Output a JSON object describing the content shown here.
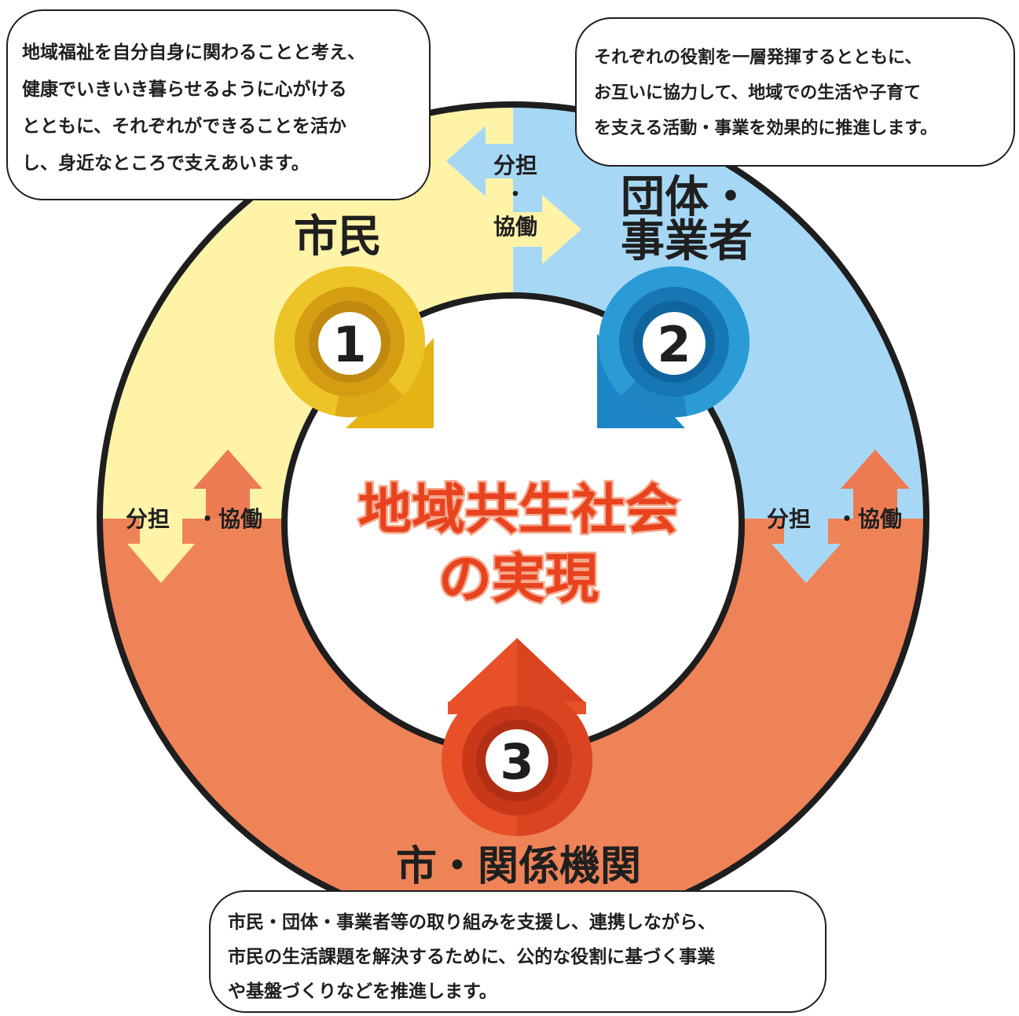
{
  "center": {
    "line1": "地域共生社会",
    "line2": "の実現"
  },
  "actors": [
    {
      "number": "1",
      "name": "市民",
      "color": "#F6D13A",
      "description": [
        "地域福祉を自分自身に関わることと考え、",
        "健康でいきいき暮らせるように心がける",
        "とともに、それぞれができることを活か",
        "し、身近なところで支えあいます。"
      ]
    },
    {
      "number": "2",
      "name_lines": [
        "団体・",
        "事業者"
      ],
      "color": "#2B9BD6",
      "description": [
        "それぞれの役割を一層発揮するとともに、",
        "お互いに協力して、地域での生活や子育て",
        "を支える活動・事業を効果的に推進します。"
      ]
    },
    {
      "number": "3",
      "name": "市・関係機関",
      "color": "#E8502A",
      "description": [
        "市民・団体・事業者等の取り組みを支援し、連携しながら、",
        "市民の生活課題を解決するために、公的な役割に基づく事業",
        "や基盤づくりなどを推進します。"
      ]
    }
  ],
  "cooperation": {
    "top": [
      "分担",
      "・",
      "協働"
    ],
    "left": [
      "分担",
      "・協働"
    ],
    "right": [
      "分担",
      "・協働"
    ]
  },
  "colors": {
    "ring_yellow": "#FFF3A8",
    "ring_blue": "#A6D8F5",
    "ring_orange": "#EF8358",
    "ring_outline": "#1e1e1e",
    "center_text": "#E8431E",
    "arrow_orange": "#EC7A52"
  }
}
